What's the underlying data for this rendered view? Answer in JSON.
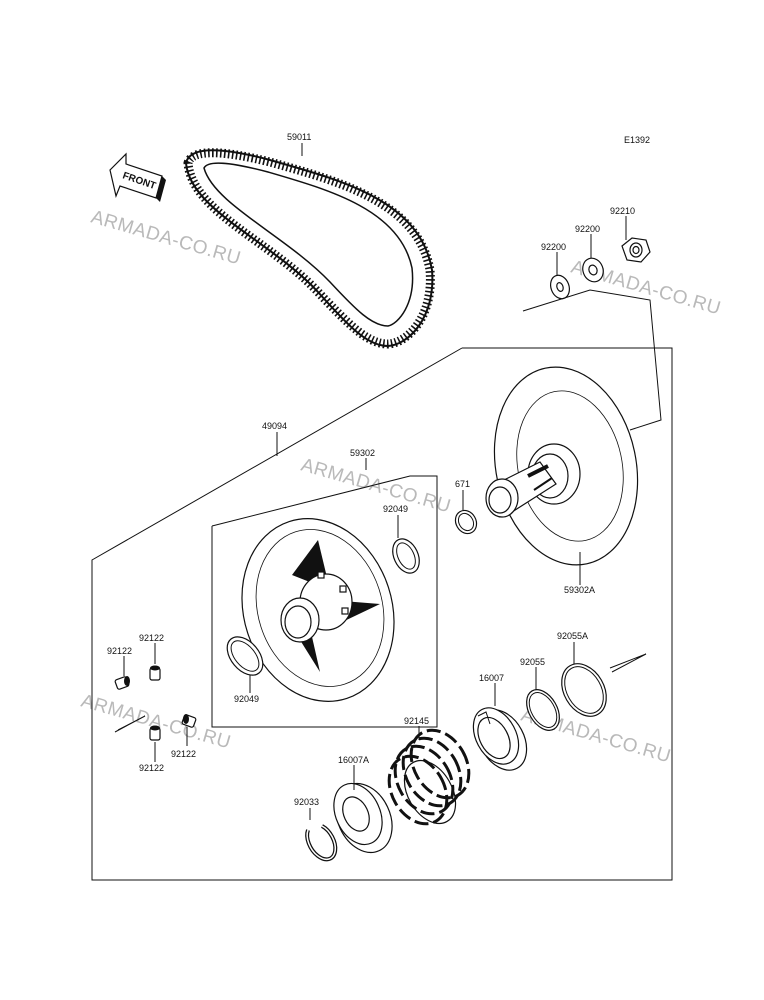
{
  "diagram": {
    "ref_code": "E1392",
    "front_arrow_label": "FRONT",
    "watermark": "ARMADA-CO.RU",
    "parts": {
      "belt": "59011",
      "washer_a": "92200",
      "washer_b": "92200",
      "nut": "92210",
      "assembly": "49094",
      "movable_sheave": "59302",
      "bushing_top": "92049",
      "bushing_bottom": "92049",
      "oring_671": "671",
      "fixed_sheave": "59302A",
      "oring_92055A": "92055A",
      "oring_92055": "92055",
      "cam": "16007",
      "spring": "92145",
      "cam_a": "16007A",
      "snap_ring": "92033",
      "slider_1": "92122",
      "slider_2": "92122",
      "slider_3": "92122",
      "slider_4": "92122"
    }
  }
}
